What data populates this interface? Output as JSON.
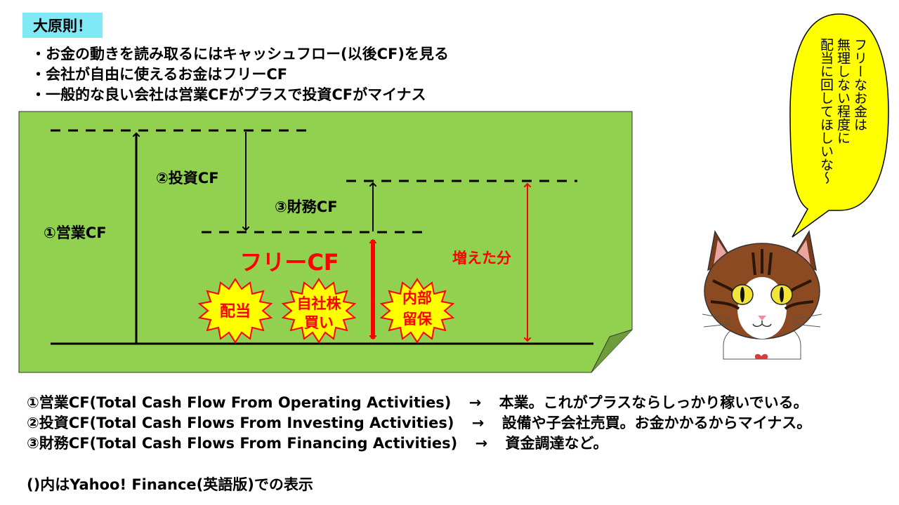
{
  "principle": {
    "badge": "大原則！"
  },
  "bullets": [
    "・お金の動きを読み取るにはキャッシュフロー(以後CF)を見る",
    "・会社が自由に使えるお金はフリーCF",
    "・一般的な良い会社は営業CFがプラスで投資CFがマイナス"
  ],
  "diagram": {
    "operating_label": "①営業CF",
    "investing_label": "②投資CF",
    "financing_label": "③財務CF",
    "free_cf_label": "フリーCF",
    "increase_label": "増えた分",
    "dividend_label": "配当",
    "buyback_label_1": "自社株",
    "buyback_label_2": "買い",
    "retained_label_1": "内部",
    "retained_label_2": "留保",
    "colors": {
      "sheet": "#92d050",
      "red": "#ff0000",
      "burst": "#ffff00"
    }
  },
  "descriptions": [
    {
      "name": "①営業CF(Total Cash Flow From Operating Activities)",
      "arrow": "→",
      "text": "本業。これがプラスならしっかり稼いでいる。"
    },
    {
      "name": "②投資CF(Total Cash Flows From Investing Activities)",
      "arrow": "→",
      "text": "設備や子会社売買。お金かかるからマイナス。"
    },
    {
      "name": "③財務CF(Total Cash Flows From Financing Activities)",
      "arrow": "→",
      "text": "資金調達など。"
    }
  ],
  "note": "()内はYahoo! Finance(英語版)での表示",
  "speech_bubble": {
    "text": "フリーなお金は\n無理しない程度に\n配当に回してほしいな～"
  },
  "icons": {
    "mascot": "cat-icon"
  }
}
